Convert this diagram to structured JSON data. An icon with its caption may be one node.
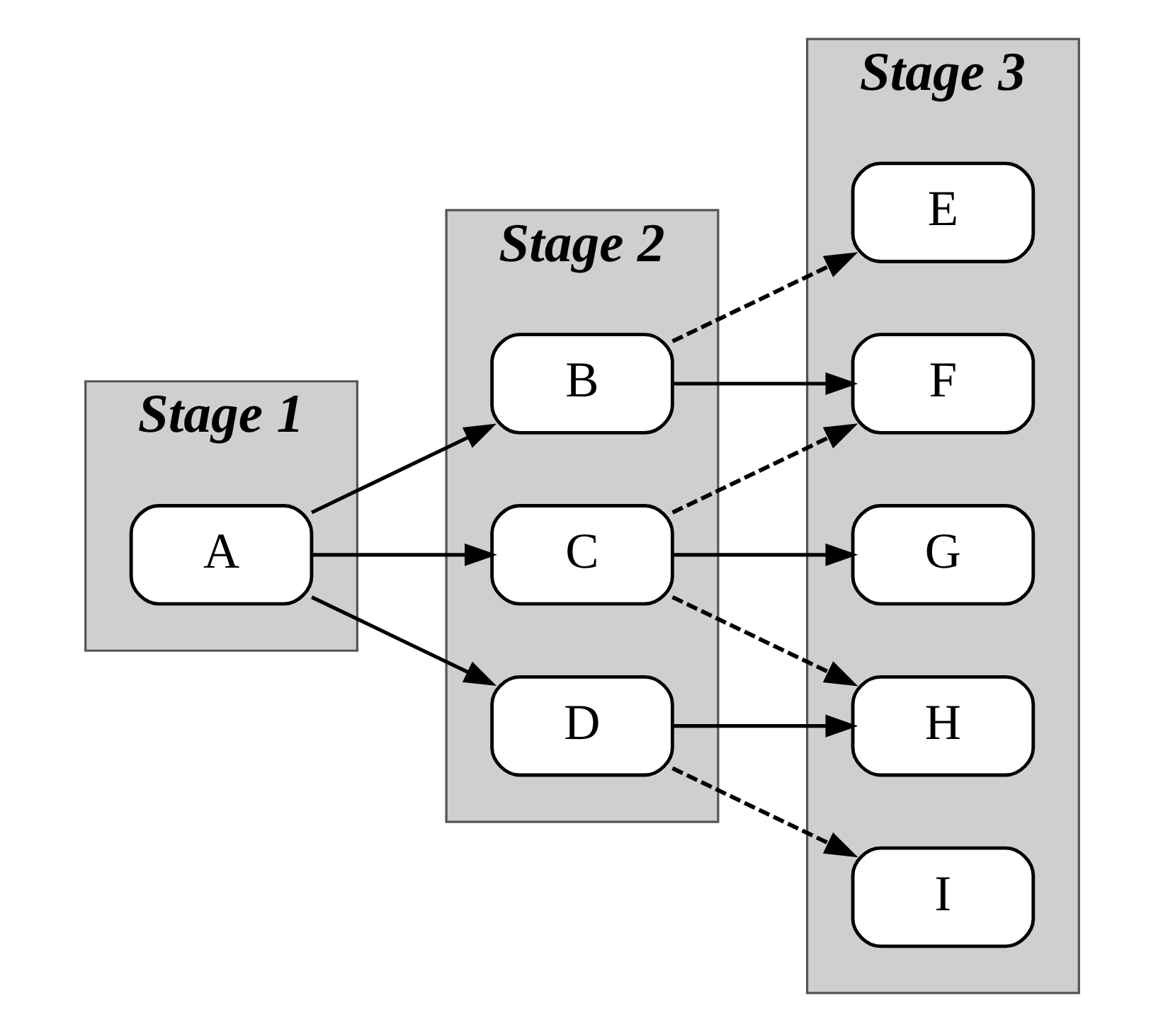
{
  "diagram": {
    "nodes": [
      {
        "text": [
          "Stage 1"
        ]
      },
      {
        "text": [
          "A"
        ],
        "in": 0
      },
      {
        "text": [
          "Stage 2"
        ]
      },
      {
        "text": [
          "B"
        ],
        "in": 2
      },
      {
        "text": [
          "C"
        ],
        "in": 2
      },
      {
        "text": [
          "D"
        ],
        "in": 2
      },
      {
        "text": [
          "Stage 3"
        ]
      },
      {
        "text": [
          "E"
        ],
        "in": 6
      },
      {
        "text": [
          "F"
        ],
        "in": 6
      },
      {
        "text": [
          "G"
        ],
        "in": 6
      },
      {
        "text": [
          "H"
        ],
        "in": 6
      },
      {
        "text": [
          "I"
        ],
        "in": 6
      }
    ],
    "edges": [
      {
        "from": 1,
        "to": 3,
        "arrow": "to"
      },
      {
        "from": 1,
        "to": 4,
        "arrow": "to"
      },
      {
        "from": 1,
        "to": 5,
        "arrow": "to"
      },
      {
        "from": 3,
        "to": 7,
        "arrow": "to",
        "style": "dashed"
      },
      {
        "from": 3,
        "to": 8,
        "arrow": "to"
      },
      {
        "from": 4,
        "to": 8,
        "arrow": "to",
        "style": "dashed"
      },
      {
        "from": 4,
        "to": 9,
        "arrow": "to"
      },
      {
        "from": 4,
        "to": 10,
        "arrow": "to",
        "style": "dashed"
      },
      {
        "from": 5,
        "to": 10,
        "arrow": "to"
      },
      {
        "from": 5,
        "to": 11,
        "arrow": "to",
        "style": "dashed"
      }
    ]
  }
}
